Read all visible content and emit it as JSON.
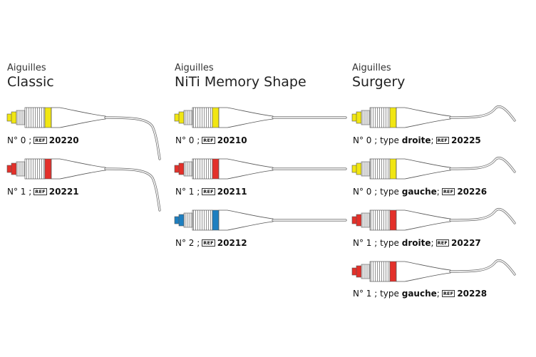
{
  "columns": [
    {
      "subtitle": "Aiguilles",
      "title": "Classic",
      "items": [
        {
          "prefix": "N° 0 ;",
          "ref": "REF",
          "code": "20220",
          "color": "#f1e612",
          "shape": "classic-low"
        },
        {
          "prefix": "N° 1 ;",
          "ref": "REF",
          "code": "20221",
          "color": "#e3302a",
          "shape": "classic-low"
        }
      ]
    },
    {
      "subtitle": "Aiguilles",
      "title": "NiTi Memory Shape",
      "items": [
        {
          "prefix": "N° 0 ;",
          "ref": "REF",
          "code": "20210",
          "color": "#f1e612",
          "shape": "straight"
        },
        {
          "prefix": "N° 1 ;",
          "ref": "REF",
          "code": "20211",
          "color": "#e3302a",
          "shape": "straight"
        },
        {
          "prefix": "N° 2 ;",
          "ref": "REF",
          "code": "20212",
          "color": "#1e7fc0",
          "shape": "straight"
        }
      ]
    },
    {
      "subtitle": "Aiguilles",
      "title": "Surgery",
      "items": [
        {
          "prefix": "N° 0 ; type",
          "type": "droite",
          "ref": "REF",
          "code": "20225",
          "color": "#f1e612",
          "shape": "surgery"
        },
        {
          "prefix": "N° 0 ; type",
          "type": "gauche",
          "ref": "REF",
          "code": "20226",
          "color": "#f1e612",
          "shape": "surgery"
        },
        {
          "prefix": "N° 1 ; type",
          "type": "droite",
          "ref": "REF",
          "code": "20227",
          "color": "#e3302a",
          "shape": "surgery"
        },
        {
          "prefix": "N° 1 ; type",
          "type": "gauche",
          "ref": "REF",
          "code": "20228",
          "color": "#e3302a",
          "shape": "surgery"
        }
      ]
    }
  ]
}
